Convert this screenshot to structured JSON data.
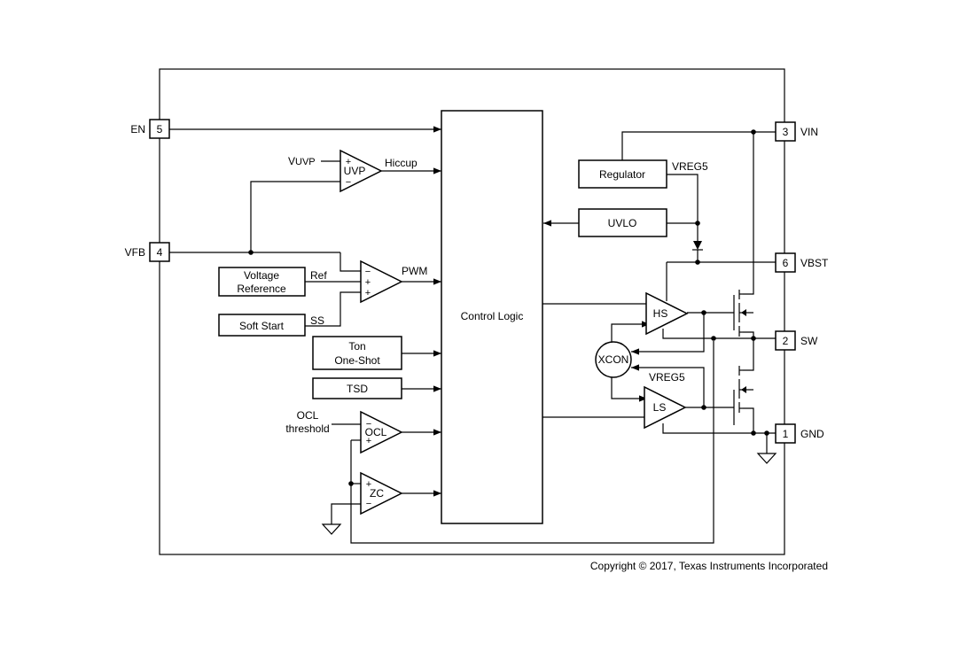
{
  "pins": {
    "en": {
      "name": "EN",
      "num": "5"
    },
    "vfb": {
      "name": "VFB",
      "num": "4"
    },
    "vin": {
      "name": "VIN",
      "num": "3"
    },
    "vbst": {
      "name": "VBST",
      "num": "6"
    },
    "sw": {
      "name": "SW",
      "num": "2"
    },
    "gnd": {
      "name": "GND",
      "num": "1"
    }
  },
  "blocks": {
    "control_logic": "Control Logic",
    "regulator": "Regulator",
    "uvlo": "UVLO",
    "voltage_reference_1": "Voltage",
    "voltage_reference_2": "Reference",
    "soft_start": "Soft Start",
    "ton_1": "Ton",
    "ton_2": "One-Shot",
    "tsd": "TSD",
    "xcon": "XCON"
  },
  "amps": {
    "uvp": "UVP",
    "pwm_comp": "",
    "ocl": "OCL",
    "zc": "ZC",
    "hs": "HS",
    "ls": "LS"
  },
  "signals": {
    "vuvp_main": "V",
    "vuvp_sub": "UVP",
    "hiccup": "Hiccup",
    "pwm": "PWM",
    "ref": "Ref",
    "ss": "SS",
    "vreg5_top": "VREG5",
    "vreg5_bottom": "VREG5",
    "ocl_threshold_1": "OCL",
    "ocl_threshold_2": "threshold",
    "plus": "+",
    "minus": "−"
  },
  "copyright": "Copyright © 2017, Texas Instruments Incorporated"
}
